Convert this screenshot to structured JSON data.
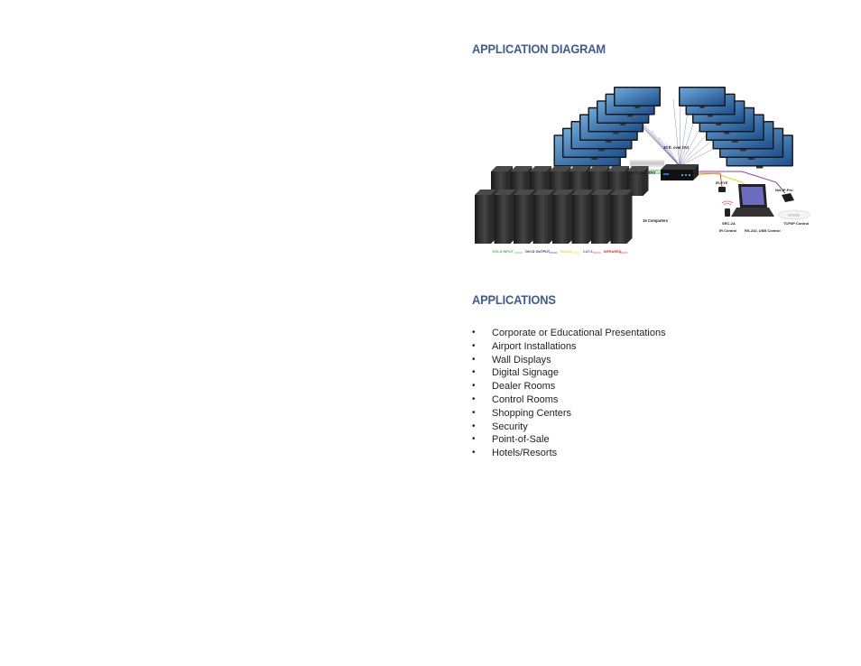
{
  "headings": {
    "diagram": "APPLICATION DIAGRAM",
    "applications": "APPLICATIONS"
  },
  "diagram": {
    "labels": {
      "dvi_top": "30 ft. over DVI",
      "dvi_left": "30 ft. over DVI",
      "computers": "16 Computers",
      "ir_eye": "IR-EYE",
      "net_ip": "Net-IP-Pro",
      "src": "SRC-2A",
      "ir_control": "IR Control",
      "rs232": "RS-232, USB Control",
      "tcpip": "TCP/IP Control",
      "network": "NETWORK"
    },
    "legend": [
      {
        "label": "DVI-D INPUT",
        "color": "#3bb54a"
      },
      {
        "label": "DVI-D OUTPUT",
        "color": "#2e3192"
      },
      {
        "label": "RS-232",
        "color": "#f7d117"
      },
      {
        "label": "CAT-5",
        "color": "#8b3fb7"
      },
      {
        "label": "INFRARED",
        "color": "#ed1c24"
      }
    ]
  },
  "applications": {
    "bullet": "•",
    "items": [
      "Corporate or Educational Presentations",
      "Airport Installations",
      "Wall Displays",
      "Digital Signage",
      "Dealer Rooms",
      "Control Rooms",
      "Shopping Centers",
      "Security",
      "Point-of-Sale",
      "Hotels/Resorts"
    ]
  }
}
